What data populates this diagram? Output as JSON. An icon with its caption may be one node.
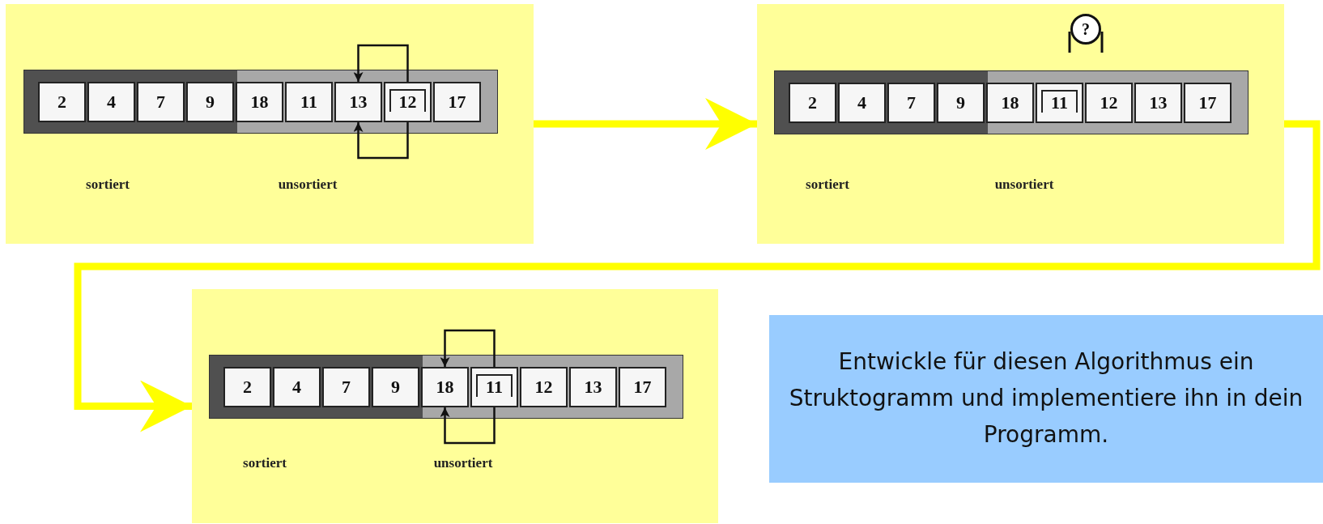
{
  "diagram": {
    "nodes": [
      {
        "text": [
          "sortiert",
          "unsortiert"
        ]
      },
      {
        "text": [
          "2"
        ],
        "in": 0
      },
      {
        "text": [
          "4"
        ],
        "in": 0
      },
      {
        "text": [
          "7"
        ],
        "in": 0
      },
      {
        "text": [
          "9"
        ],
        "in": 0
      },
      {
        "text": [
          "18"
        ],
        "in": 0
      },
      {
        "text": [
          "11"
        ],
        "in": 0
      },
      {
        "text": [
          "13"
        ],
        "in": 0
      },
      {
        "text": [
          "12"
        ],
        "in": 0
      },
      {
        "text": [
          "17"
        ],
        "in": 0
      },
      {
        "text": [
          "sortiert",
          "unsortiert"
        ]
      },
      {
        "text": [
          "2"
        ],
        "in": 10
      },
      {
        "text": [
          "4"
        ],
        "in": 10
      },
      {
        "text": [
          "7"
        ],
        "in": 10
      },
      {
        "text": [
          "9"
        ],
        "in": 10
      },
      {
        "text": [
          "18"
        ],
        "in": 10
      },
      {
        "text": [
          "11"
        ],
        "in": 10
      },
      {
        "text": [
          "12"
        ],
        "in": 10
      },
      {
        "text": [
          "13"
        ],
        "in": 10
      },
      {
        "text": [
          "17"
        ],
        "in": 10
      },
      {
        "text": [
          "?"
        ],
        "in": 10
      },
      {
        "text": [
          "sortiert",
          "unsortiert"
        ]
      },
      {
        "text": [
          "2"
        ],
        "in": 21
      },
      {
        "text": [
          "4"
        ],
        "in": 21
      },
      {
        "text": [
          "7"
        ],
        "in": 21
      },
      {
        "text": [
          "9"
        ],
        "in": 21
      },
      {
        "text": [
          "18"
        ],
        "in": 21
      },
      {
        "text": [
          "11"
        ],
        "in": 21
      },
      {
        "text": [
          "12"
        ],
        "in": 21
      },
      {
        "text": [
          "13"
        ],
        "in": 21
      },
      {
        "text": [
          "17"
        ],
        "in": 21
      },
      {
        "text": [
          "Entwickle für diesen Algorithmus ein Struktogramm und implementiere ihn in dein Programm."
        ]
      }
    ],
    "edges": [
      {
        "from": 0,
        "to": 10,
        "arrow": "to",
        "style": "thick",
        "color": "#ffff00"
      },
      {
        "from": 10,
        "to": 21,
        "arrow": "to",
        "style": "thick",
        "color": "#ffff00"
      },
      {
        "from": 8,
        "to": 7,
        "arrow": "to"
      },
      {
        "from": 8,
        "to": 7,
        "arrow": "to"
      },
      {
        "from": 27,
        "to": 26,
        "arrow": "to"
      },
      {
        "from": 27,
        "to": 26,
        "arrow": "to"
      }
    ]
  }
}
